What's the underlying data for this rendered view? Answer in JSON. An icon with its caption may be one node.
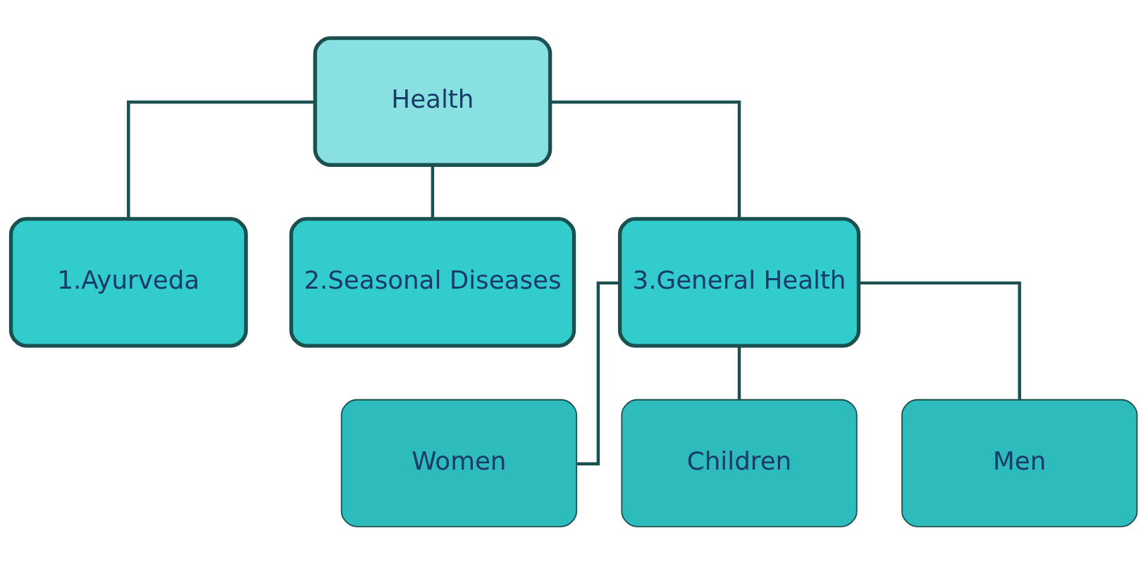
{
  "diagram": {
    "nodes": [
      {
        "text": [
          "Health"
        ]
      },
      {
        "text": [
          "1.Ayurveda"
        ]
      },
      {
        "text": [
          "2.Seasonal Diseases"
        ]
      },
      {
        "text": [
          "3.General Health"
        ]
      },
      {
        "text": [
          "Women"
        ]
      },
      {
        "text": [
          "Children"
        ]
      },
      {
        "text": [
          "Men"
        ]
      }
    ],
    "edges": [
      {
        "from": 0,
        "to": 1,
        "arrow": "none"
      },
      {
        "from": 0,
        "to": 2,
        "arrow": "none"
      },
      {
        "from": 0,
        "to": 3,
        "arrow": "none"
      },
      {
        "from": 3,
        "to": 4,
        "arrow": "none"
      },
      {
        "from": 3,
        "to": 5,
        "arrow": "none"
      },
      {
        "from": 3,
        "to": 6,
        "arrow": "none"
      }
    ]
  }
}
